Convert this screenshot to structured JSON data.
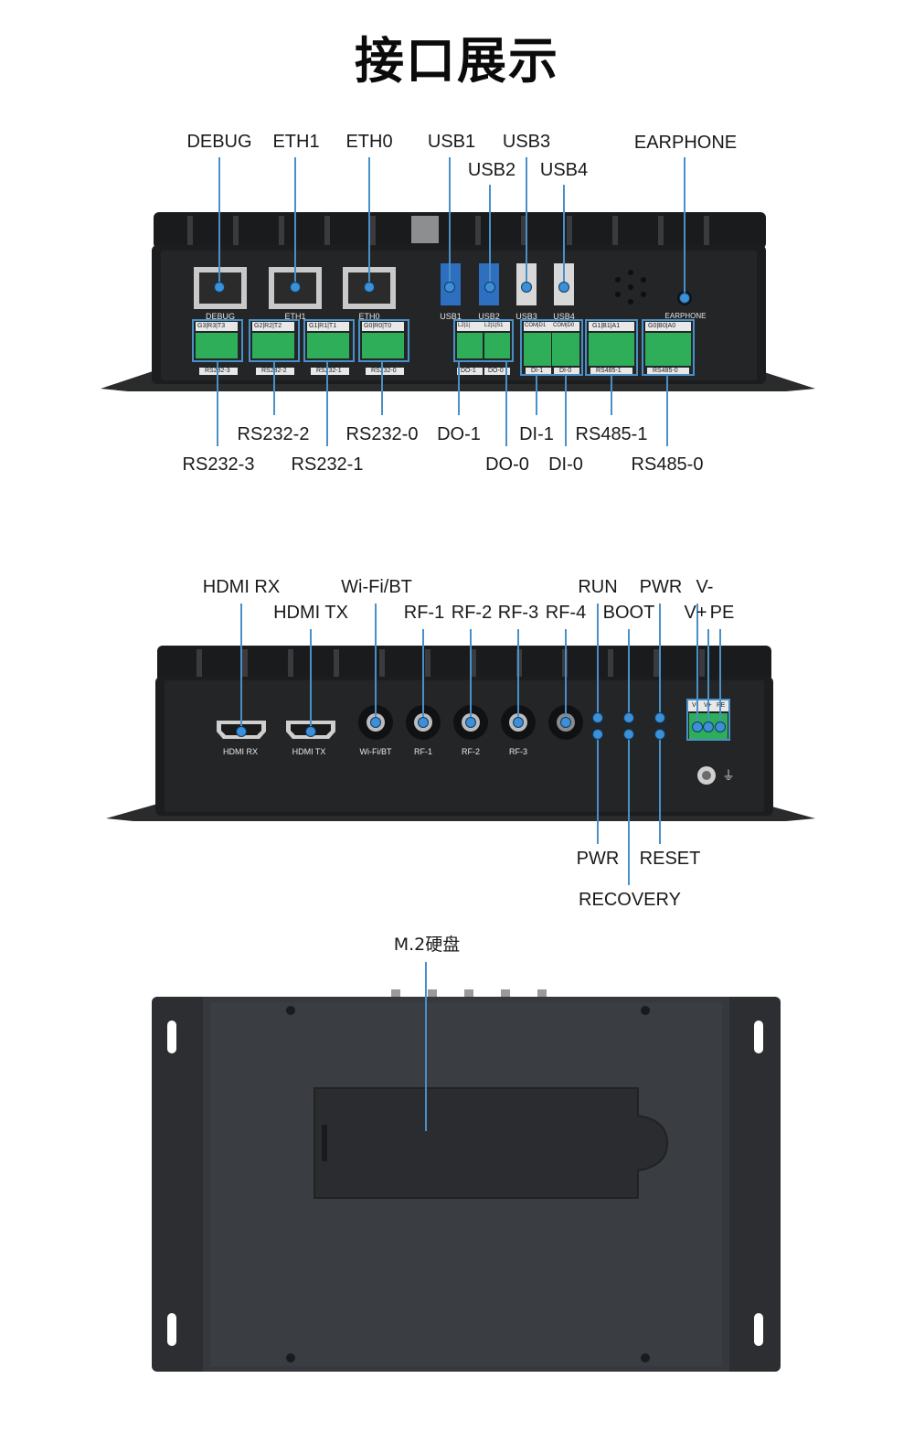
{
  "title": "接口展示",
  "colors": {
    "accent": "#4a90c8",
    "chassis": "#1e1f21",
    "panel": "#202224",
    "terminal": "#2fae5a"
  },
  "front_panel": {
    "top_labels": [
      "DEBUG",
      "ETH1",
      "ETH0",
      "USB1",
      "USB3",
      "USB2",
      "USB4",
      "EARPHONE"
    ],
    "port_silk": [
      "DEBUG",
      "ETH1",
      "ETH0",
      "USB1",
      "USB2",
      "USB3",
      "USB4",
      "EARPHONE"
    ],
    "terminal_silk": [
      "RS232-3",
      "RS232-2",
      "RS232-1",
      "RS232-0",
      "DO-1",
      "DO-0",
      "DI-1",
      "DI-0",
      "RS485-1",
      "RS485-0"
    ],
    "terminal_pins": [
      "G3|R3|T3",
      "G2|R2|T2",
      "G1|R1|T1",
      "G0|R0|T0",
      "L2|1|",
      "L2|1|S1",
      "COM|D1",
      "COM|D0",
      "G1|B1|A1",
      "G0|B0|A0"
    ],
    "bottom_labels": [
      "RS232-2",
      "RS232-0",
      "DO-1",
      "DI-1",
      "RS485-1",
      "RS232-3",
      "RS232-1",
      "DO-0",
      "DI-0",
      "RS485-0"
    ]
  },
  "rear_panel": {
    "top_labels": [
      "HDMI RX",
      "Wi-Fi/BT",
      "RUN",
      "PWR",
      "V-",
      "HDMI TX",
      "RF-1",
      "RF-2",
      "RF-3",
      "RF-4",
      "BOOT",
      "V+",
      "PE"
    ],
    "port_silk": [
      "HDMI RX",
      "HDMI TX",
      "Wi-Fi/BT",
      "RF-1",
      "RF-2",
      "RF-3"
    ],
    "power_pins": [
      "V-",
      "V+",
      "PE"
    ],
    "bottom_labels": [
      "PWR",
      "RESET",
      "RECOVERY"
    ]
  },
  "bottom_panel": {
    "label": "M.2硬盘"
  }
}
